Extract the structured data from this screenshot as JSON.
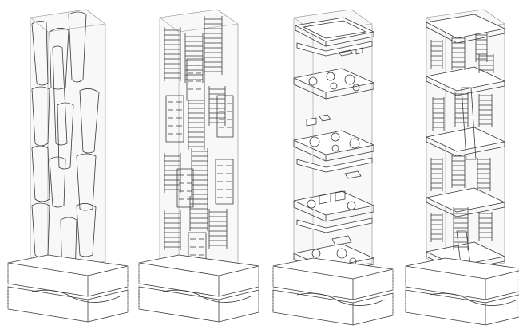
{
  "figure": {
    "panels": [
      {
        "id": "panel-1",
        "stage": "volumes"
      },
      {
        "id": "panel-2",
        "stage": "floor-stacks"
      },
      {
        "id": "panel-3",
        "stage": "slab-plates"
      },
      {
        "id": "panel-4",
        "stage": "combined"
      }
    ],
    "colors": {
      "line": "#3a3a3a",
      "faint": "#9a9a9a",
      "background": "#ffffff"
    }
  }
}
